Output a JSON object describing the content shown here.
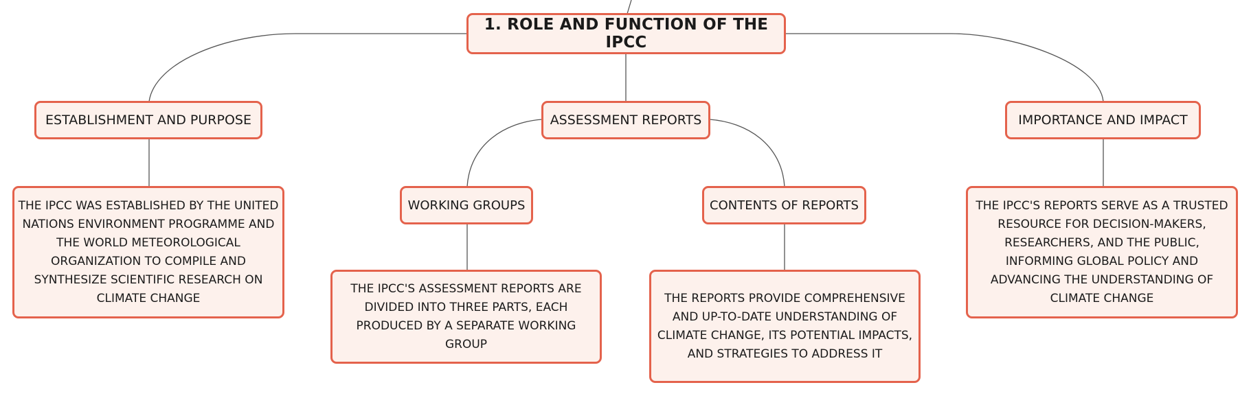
{
  "root": {
    "label": "1. ROLE AND FUNCTION OF THE IPCC"
  },
  "branches": {
    "establishment": {
      "label": "ESTABLISHMENT AND PURPOSE",
      "detail": "THE IPCC WAS ESTABLISHED BY THE UNITED NATIONS ENVIRONMENT PROGRAMME AND THE WORLD METEOROLOGICAL ORGANIZATION TO COMPILE AND SYNTHESIZE SCIENTIFIC RESEARCH ON CLIMATE CHANGE"
    },
    "assessment": {
      "label": "ASSESSMENT REPORTS",
      "working_groups": {
        "label": "WORKING GROUPS",
        "detail": "THE IPCC'S ASSESSMENT REPORTS ARE DIVIDED INTO THREE PARTS, EACH PRODUCED BY A SEPARATE WORKING GROUP"
      },
      "contents": {
        "label": "CONTENTS OF REPORTS",
        "detail": "THE REPORTS PROVIDE COMPREHENSIVE AND UP-TO-DATE UNDERSTANDING OF CLIMATE CHANGE, ITS POTENTIAL IMPACTS, AND STRATEGIES TO ADDRESS IT"
      }
    },
    "importance": {
      "label": "IMPORTANCE AND IMPACT",
      "detail": "THE IPCC'S REPORTS SERVE AS A TRUSTED RESOURCE FOR DECISION-MAKERS, RESEARCHERS, AND THE PUBLIC, INFORMING GLOBAL POLICY AND ADVANCING THE UNDERSTANDING OF CLIMATE CHANGE"
    }
  },
  "colors": {
    "node_fill": "#fdf1ec",
    "node_border": "#e4624c",
    "connector": "#555555"
  }
}
